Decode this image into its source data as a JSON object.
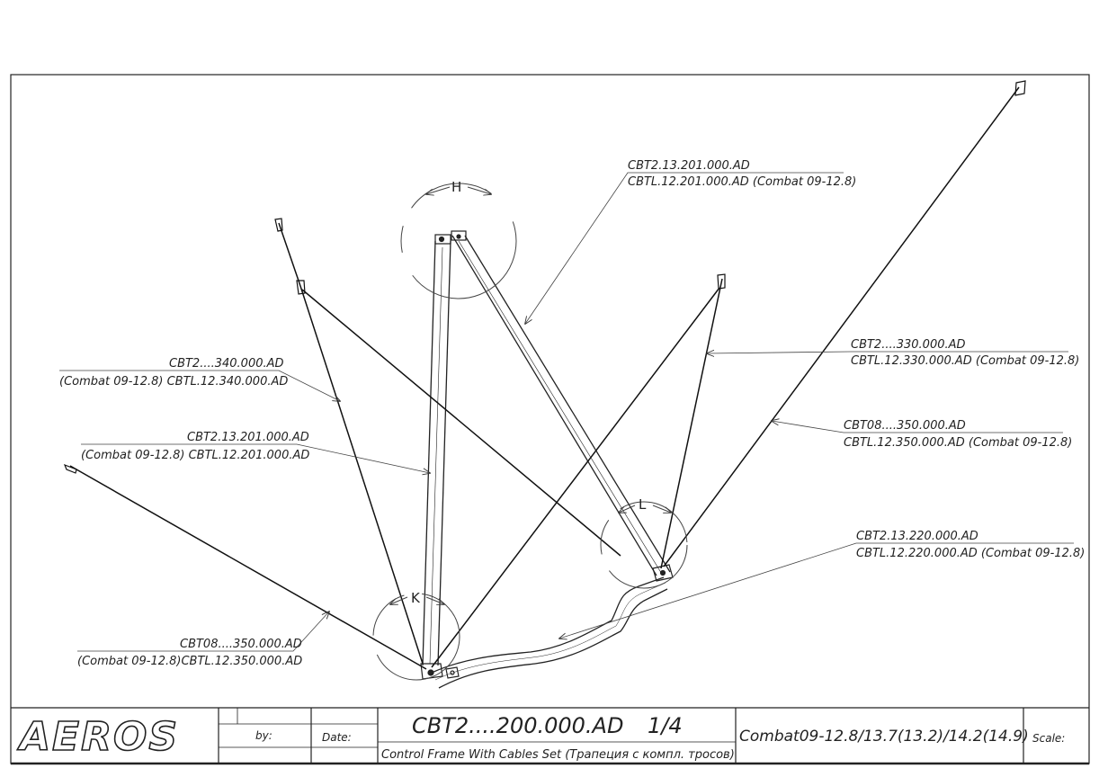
{
  "title_block": {
    "logo": "AEROS",
    "by_label": "by:",
    "date_label": "Date:",
    "drawing_number": "CBT2....200.000.AD",
    "sheet": "1/4",
    "description": "Control Frame With Cables Set (Трапеция с компл. тросов)",
    "variants": "Combat09-12.8/13.7(13.2)/14.2(14.9)",
    "scale_label": "Scale:"
  },
  "callouts": {
    "top_upright": {
      "line1": "CBT2.13.201.000.AD",
      "line2": "CBTL.12.201.000.AD (Combat 09-12.8)"
    },
    "left_cable": {
      "line1": "CBT2....340.000.AD",
      "line2": "(Combat 09-12.8) CBTL.12.340.000.AD"
    },
    "left_upright": {
      "line1": "CBT2.13.201.000.AD",
      "line2": "(Combat 09-12.8) CBTL.12.201.000.AD"
    },
    "bottom_left_cable": {
      "line1": "CBT08....350.000.AD",
      "line2": "(Combat 09-12.8)CBTL.12.350.000.AD"
    },
    "right_cable": {
      "line1": "CBT2....330.000.AD",
      "line2": "CBTL.12.330.000.AD (Combat 09-12.8)"
    },
    "right_long_cable": {
      "line1": "CBT08....350.000.AD",
      "line2": "CBTL.12.350.000.AD (Combat 09-12.8)"
    },
    "basebar": {
      "line1": "CBT2.13.220.000.AD",
      "line2": "CBTL.12.220.000.AD (Combat 09-12.8)"
    }
  },
  "details": {
    "h": "H",
    "l": "L",
    "k": "K"
  }
}
